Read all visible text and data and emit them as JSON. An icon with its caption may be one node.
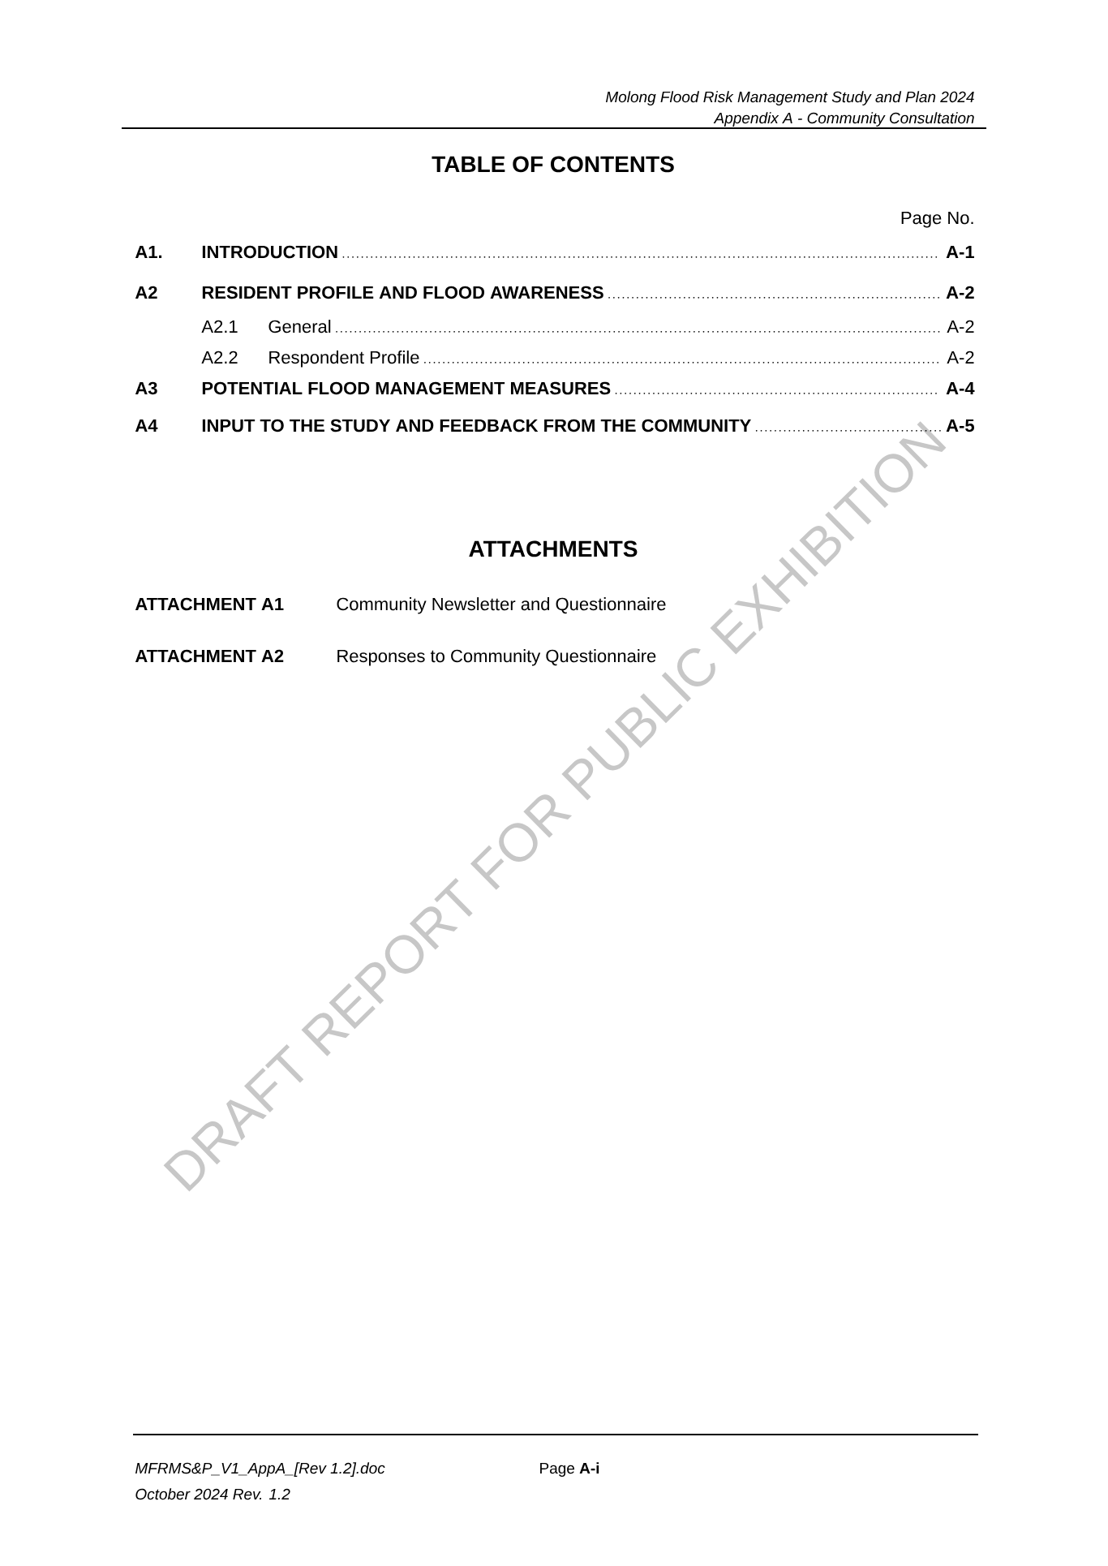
{
  "diagram": {
    "title": "TABLE OF CONTENTS",
    "labels": [
      "Molong Flood Risk Management Study and Plan 2024",
      "Appendix A - Community Consultation",
      "Page No.",
      "A1.",
      "INTRODUCTION",
      "A-1",
      "A2",
      "RESIDENT PROFILE AND FLOOD AWARENESS",
      "A-2",
      "A2.1",
      "General",
      "A-2",
      "A2.2",
      "Respondent Profile",
      "A-2",
      "A3",
      "POTENTIAL FLOOD MANAGEMENT MEASURES",
      "A-4",
      "A4",
      "INPUT TO THE STUDY AND FEEDBACK FROM THE COMMUNITY",
      "A-5",
      "ATTACHMENTS",
      "ATTACHMENT A1",
      "Community Newsletter and Questionnaire",
      "ATTACHMENT A2",
      "Responses to Community Questionnaire",
      "DRAFT REPORT FOR PUBLIC EXHIBITION",
      "MFRMS&P_V1_AppA_[Rev 1.2].doc",
      "Page **A-i**",
      "October 2024 Rev. 1.2"
    ]
  }
}
